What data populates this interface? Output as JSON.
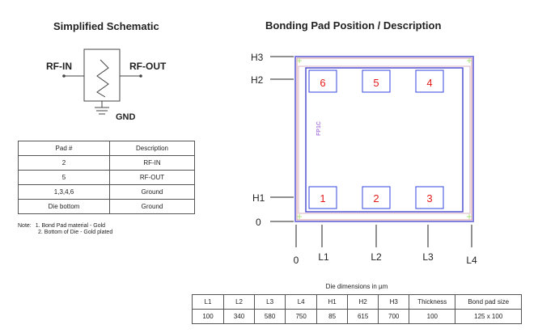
{
  "schematic": {
    "title": "Simplified Schematic",
    "rf_in": "RF-IN",
    "rf_out": "RF-OUT",
    "gnd": "GND"
  },
  "pad_table": {
    "headers": [
      "Pad #",
      "Description"
    ],
    "rows": [
      [
        "2",
        "RF-IN"
      ],
      [
        "5",
        "RF-OUT"
      ],
      [
        "1,3,4,6",
        "Ground"
      ],
      [
        "Die bottom",
        "Ground"
      ]
    ]
  },
  "notes": {
    "label": "Note:",
    "items": [
      "1. Bond Pad material - Gold",
      "2. Bottom of Die - Gold plated"
    ]
  },
  "bonding": {
    "title": "Bonding Pad Position / Description",
    "die_marking": "FP1C",
    "pads_top": [
      "6",
      "5",
      "4"
    ],
    "pads_bottom": [
      "1",
      "2",
      "3"
    ],
    "h_labels": [
      "H3",
      "H2",
      "H1",
      "0"
    ],
    "l_labels": [
      "0",
      "L1",
      "L2",
      "L3",
      "L4"
    ],
    "colors": {
      "pad_border": "#3344dd",
      "pad_number": "#e41a1a",
      "die_outline": "#8080e0"
    }
  },
  "dim_table": {
    "caption": "Die dimensions in µm",
    "headers": [
      "L1",
      "L2",
      "L3",
      "L4",
      "H1",
      "H2",
      "H3",
      "Thickness",
      "Bond pad size"
    ],
    "values": [
      "100",
      "340",
      "580",
      "750",
      "85",
      "615",
      "700",
      "100",
      "125 x 100"
    ]
  }
}
